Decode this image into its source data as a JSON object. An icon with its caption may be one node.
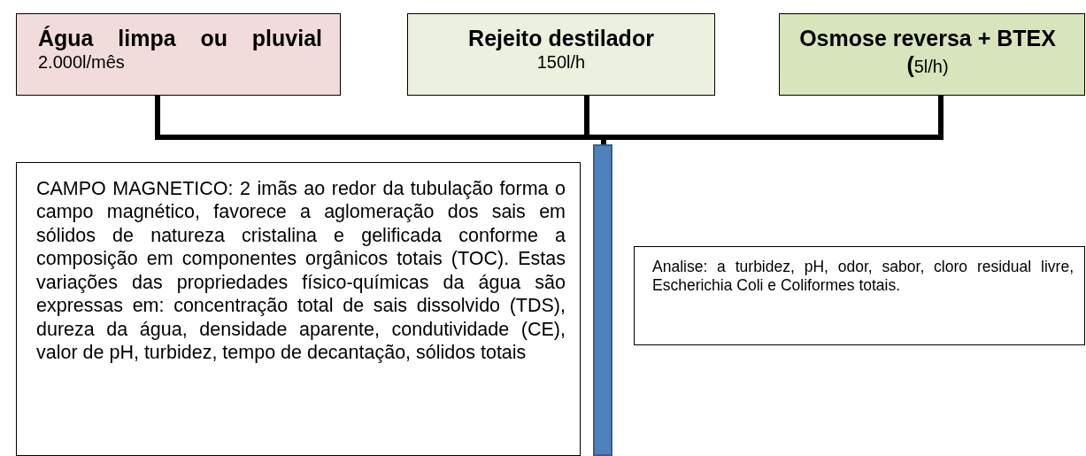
{
  "diagram": {
    "nodes": [
      {
        "text": [
          "**Água limpa ou pluvial** 2.000l/mês"
        ]
      },
      {
        "text": [
          "Rejeito destilador",
          "150l/h"
        ]
      },
      {
        "text": [
          "**Osmose reversa + BTEX (**5l/h)"
        ]
      },
      {
        "text": [],
        "shape": "bar"
      },
      {
        "text": [
          "CAMPO MAGNETICO: 2 imãs ao redor da tubulação forma o campo magnético, favorece a aglomeração dos sais em sólidos de natureza cristalina e gelificada conforme a composição em componentes orgânicos totais (TOC). Estas variações das propriedades físico-químicas da água são expressas em: concentração total de sais dissolvido (TDS), dureza da água, densidade aparente, condutividade (CE), valor de pH, turbidez, tempo de decantação, sólidos totais"
        ]
      },
      {
        "text": [
          "Analise: a turbidez, pH, odor, sabor, cloro residual livre, Escherichia Coli e Coliformes totais."
        ]
      }
    ],
    "edges": [
      {
        "from": 0,
        "to": 3,
        "arrow": "none"
      },
      {
        "from": 1,
        "to": 3,
        "arrow": "none"
      },
      {
        "from": 2,
        "to": 3,
        "arrow": "none"
      }
    ]
  }
}
